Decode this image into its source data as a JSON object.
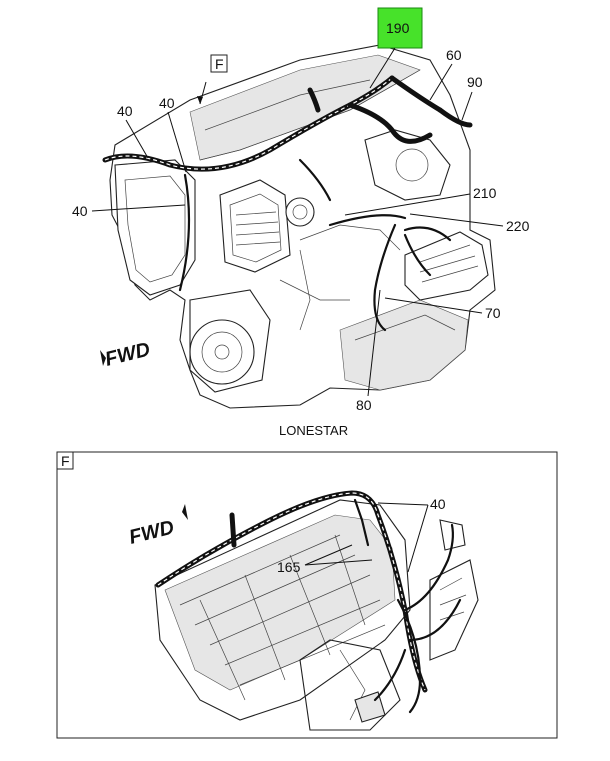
{
  "top_view": {
    "caption": "LONESTAR",
    "view_marker": "F",
    "fwd_label": "FWD",
    "callouts": {
      "highlighted": "190",
      "c60": "60",
      "c90": "90",
      "c40a": "40",
      "c40b": "40",
      "c40c": "40",
      "c210": "210",
      "c220": "220",
      "c70": "70",
      "c80": "80"
    },
    "highlight_color": "#47e22a"
  },
  "detail_view": {
    "view_marker": "F",
    "fwd_label": "FWD",
    "callouts": {
      "c40": "40",
      "c165": "165"
    }
  }
}
